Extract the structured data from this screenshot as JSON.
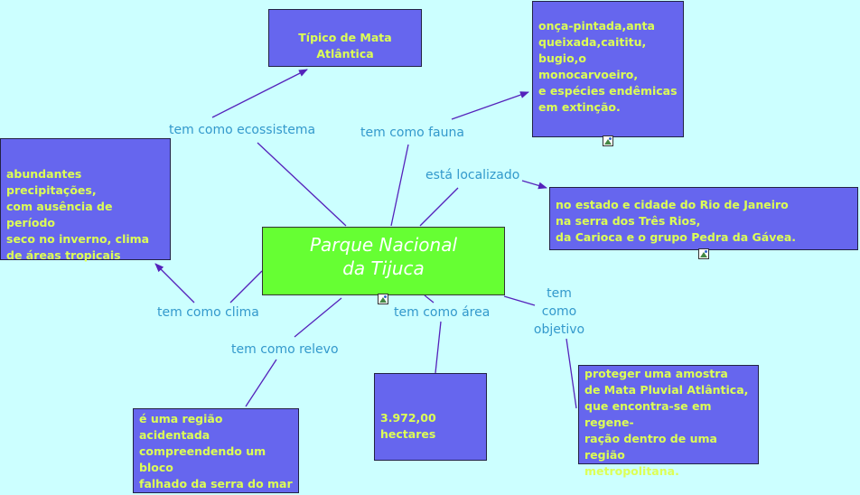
{
  "center": {
    "text": "Parque Nacional\nda Tijuca"
  },
  "concepts": {
    "ecossistema": "Típico de Mata Atlântica",
    "fauna": "onça-pintada,anta\nqueixada,caititu,\nbugio,o monocarvoeiro,\ne espécies endêmicas\nem extinção.",
    "clima": "abundantes precipitações,\ncom ausência de período\nseco no inverno, clima\nde áreas tropicais",
    "localizacao": "no estado e cidade do Rio de Janeiro\n na serra dos Três Rios,\nda Carioca e o grupo Pedra da Gávea.",
    "relevo": "é uma região acidentada\ncompreendendo um bloco\nfalhado da serra do mar",
    "area": "3.972,00 hectares",
    "objetivo": "proteger  uma amostra\nde Mata Pluvial Atlântica,\nque encontra-se  em regene-\nração dentro de uma região\nmetropolitana."
  },
  "links": {
    "ecossistema": "tem como ecossistema",
    "fauna": "tem como fauna",
    "localizado": "está localizado",
    "clima": "tem como clima",
    "relevo": "tem como relevo",
    "area": "tem como área",
    "objetivo": "tem\ncomo\nobjetivo"
  },
  "colors": {
    "background": "#ccffff",
    "concept_fill": "#6666ee",
    "concept_text": "#ddff55",
    "center_fill": "#66ff33",
    "link_text": "#3399cc",
    "line": "#5522bb"
  },
  "icons": [
    "image-icon"
  ]
}
